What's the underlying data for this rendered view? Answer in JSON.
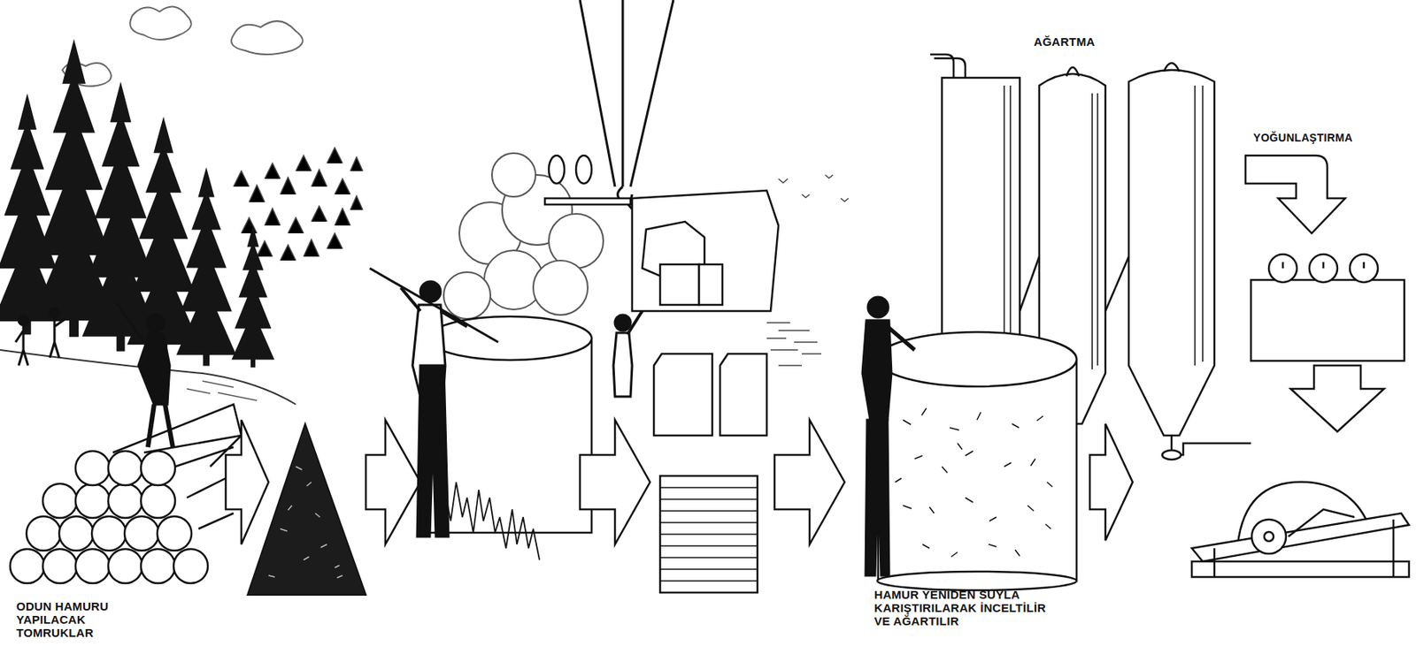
{
  "diagram": {
    "labels": [
      "AĞARTMA",
      "YOĞUNLAŞTIRMA",
      "ODUN HAMURU YAPILACAK TOMRUKLAR",
      "HAMUR YENİDEN SUYLA KARIŞTIRILARAK İNCELTİLİR VE AĞARTILIR"
    ]
  }
}
